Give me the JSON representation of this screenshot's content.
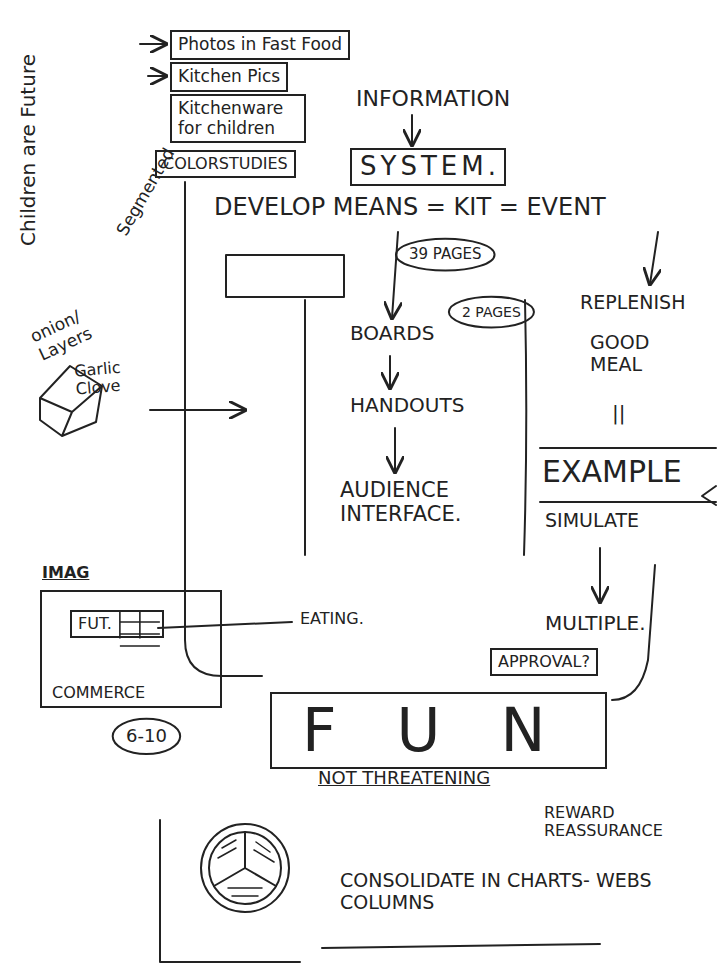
{
  "diagram": {
    "nodes": [
      {
        "text": [
          "Photos in Fast Food"
        ]
      },
      {
        "text": [
          "Kitchen Pics"
        ]
      },
      {
        "text": [
          "Kitchenware for children"
        ]
      },
      {
        "text": [
          "COLORSTUDIES"
        ]
      },
      {
        "text": [
          "SYSTEM."
        ]
      },
      {
        "text": [
          "39 PAGES"
        ]
      },
      {
        "text": [
          "2 PAGES"
        ]
      },
      {
        "text": [
          "APPROVAL?"
        ]
      },
      {
        "text": [
          "IMAG",
          "COMMERCE"
        ]
      },
      {
        "text": [
          "FUT."
        ],
        "in": 8
      },
      {
        "text": [
          "6-10"
        ]
      },
      {
        "text": [
          "FUN"
        ]
      }
    ],
    "labels": [
      "Children are Future",
      "Segmented",
      "onion/ Layers",
      "Garlic Clove",
      "INFORMATION",
      "DEVELOP MEANS = KIT = EVENT",
      "BOARDS",
      "HANDOUTS",
      "AUDIENCE INTERFACE.",
      "REPLENISH",
      "GOOD MEAL",
      "||",
      "EXAMPLE",
      "SIMULATE",
      "MULTIPLE.",
      "EATING.",
      "NOT THREATENING",
      "REWARD REASSURANCE",
      "CONSOLIDATE IN CHARTS- WEBS COLUMNS"
    ]
  }
}
